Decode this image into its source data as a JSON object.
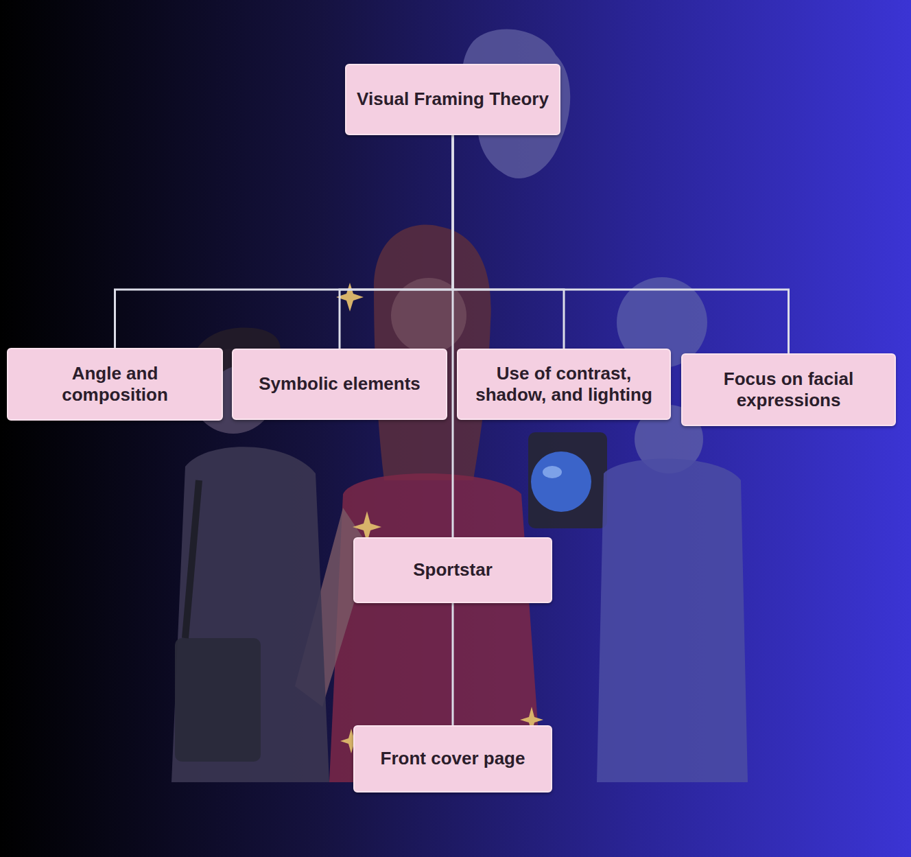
{
  "diagram": {
    "nodes": [
      {
        "text": [
          "Visual Framing Theory"
        ]
      },
      {
        "text": [
          "Angle and composition"
        ]
      },
      {
        "text": [
          "Symbolic elements"
        ]
      },
      {
        "text": [
          "Use of contrast, shadow, and lighting"
        ]
      },
      {
        "text": [
          "Focus on facial expressions"
        ]
      },
      {
        "text": [
          "Sportstar"
        ]
      },
      {
        "text": [
          "Front cover page"
        ]
      }
    ],
    "edges": [
      {
        "from": 0,
        "to": 1,
        "arrow": "none"
      },
      {
        "from": 0,
        "to": 2,
        "arrow": "none"
      },
      {
        "from": 0,
        "to": 3,
        "arrow": "none"
      },
      {
        "from": 0,
        "to": 4,
        "arrow": "none"
      },
      {
        "from": 0,
        "to": 5,
        "arrow": "none"
      },
      {
        "from": 5,
        "to": 6,
        "arrow": "none"
      }
    ]
  }
}
